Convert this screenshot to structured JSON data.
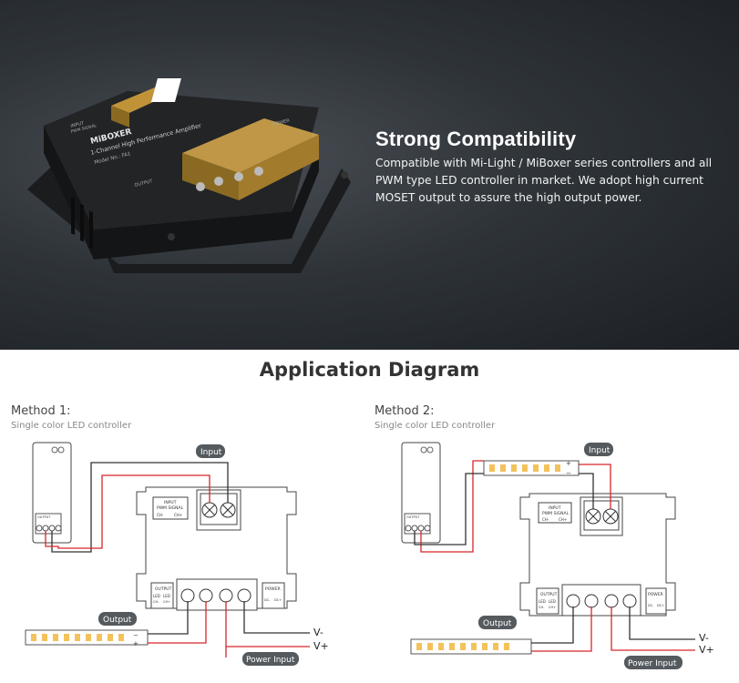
{
  "hero": {
    "title": "Strong Compatibility",
    "description": "Compatible with Mi-Light / MiBoxer series controllers and all PWM type LED controller in market. We adopt high current MOSET output to assure the high output power."
  },
  "product_label": {
    "brand": "MiBOXER",
    "name": "1-Channel High Performance Amplifier",
    "model": "Model No.: FA1",
    "input_label": "INPUT",
    "pwm_label": "PWM SIGNAL",
    "output_label": "OUTPUT",
    "power_label": "POWER"
  },
  "diagram_section": {
    "title": "Application Diagram"
  },
  "methods": [
    {
      "title": "Method 1:",
      "subtitle": "Single color LED controller",
      "labels": {
        "input": "Input",
        "output": "Output",
        "power_input": "Power Input",
        "v_minus": "V-",
        "v_plus": "V+",
        "input_block": "INPUT",
        "pwm_block": "PWM SIGNAL",
        "output_block": "OUTPUT",
        "power_block": "POWER",
        "led_minus": "LED",
        "led_plus": "LED",
        "ch_neg": "CH-",
        "ch_pos": "CH+",
        "dc_neg": "DC-",
        "dc_pos": "DC+",
        "ctrl_output": "OUTPUT",
        "plus": "+",
        "minus": "−"
      }
    },
    {
      "title": "Method 2:",
      "subtitle": "Single color LED controller",
      "labels": {
        "input": "Input",
        "output": "Output",
        "power_input": "Power Input",
        "v_minus": "V-",
        "v_plus": "V+",
        "input_block": "INPUT",
        "pwm_block": "PWM SIGNAL",
        "output_block": "OUTPUT",
        "power_block": "POWER",
        "led_minus": "LED",
        "led_plus": "LED",
        "ch_neg": "CH-",
        "ch_pos": "CH+",
        "dc_neg": "DC-",
        "dc_pos": "DC+",
        "ctrl_output": "OUTPUT",
        "plus": "+",
        "minus": "−"
      }
    }
  ],
  "colors": {
    "wire_red": "#d7262b",
    "wire_dark": "#333333",
    "led_chip": "#f3c25a",
    "label_pill": "#555a5e"
  }
}
